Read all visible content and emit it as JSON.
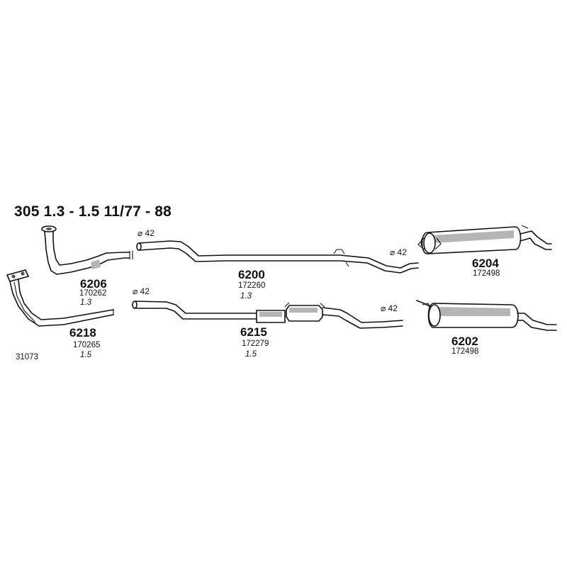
{
  "title": "305 1.3 - 1.5 11/77 - 88",
  "reference": "31073",
  "parts": {
    "p6206": {
      "number": "6206",
      "code": "170262",
      "note": "1.3"
    },
    "p6218": {
      "number": "6218",
      "code": "170265",
      "note": "1.5"
    },
    "p6200": {
      "number": "6200",
      "code": "172260",
      "note": "1.3",
      "diameter_left": "⌀ 42",
      "diameter_right": "⌀ 42"
    },
    "p6215": {
      "number": "6215",
      "code": "172279",
      "note": "1.5",
      "diameter_left": "⌀ 42",
      "diameter_right": "⌀ 42"
    },
    "p6204": {
      "number": "6204",
      "code": "172498"
    },
    "p6202": {
      "number": "6202",
      "code": "172498"
    }
  }
}
